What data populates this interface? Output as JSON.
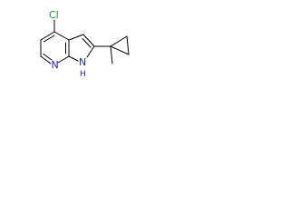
{
  "molecule": {
    "atoms": {
      "chlorine": {
        "symbol": "Cl",
        "color": "#2e8b2e"
      },
      "pyridine_nitrogen": {
        "symbol": "N",
        "color": "#2525c4"
      },
      "pyrrole_nitrogen": {
        "symbol": "N",
        "color": "#2525c4",
        "hydrogen": "H"
      }
    },
    "bond_color": "#000000"
  }
}
